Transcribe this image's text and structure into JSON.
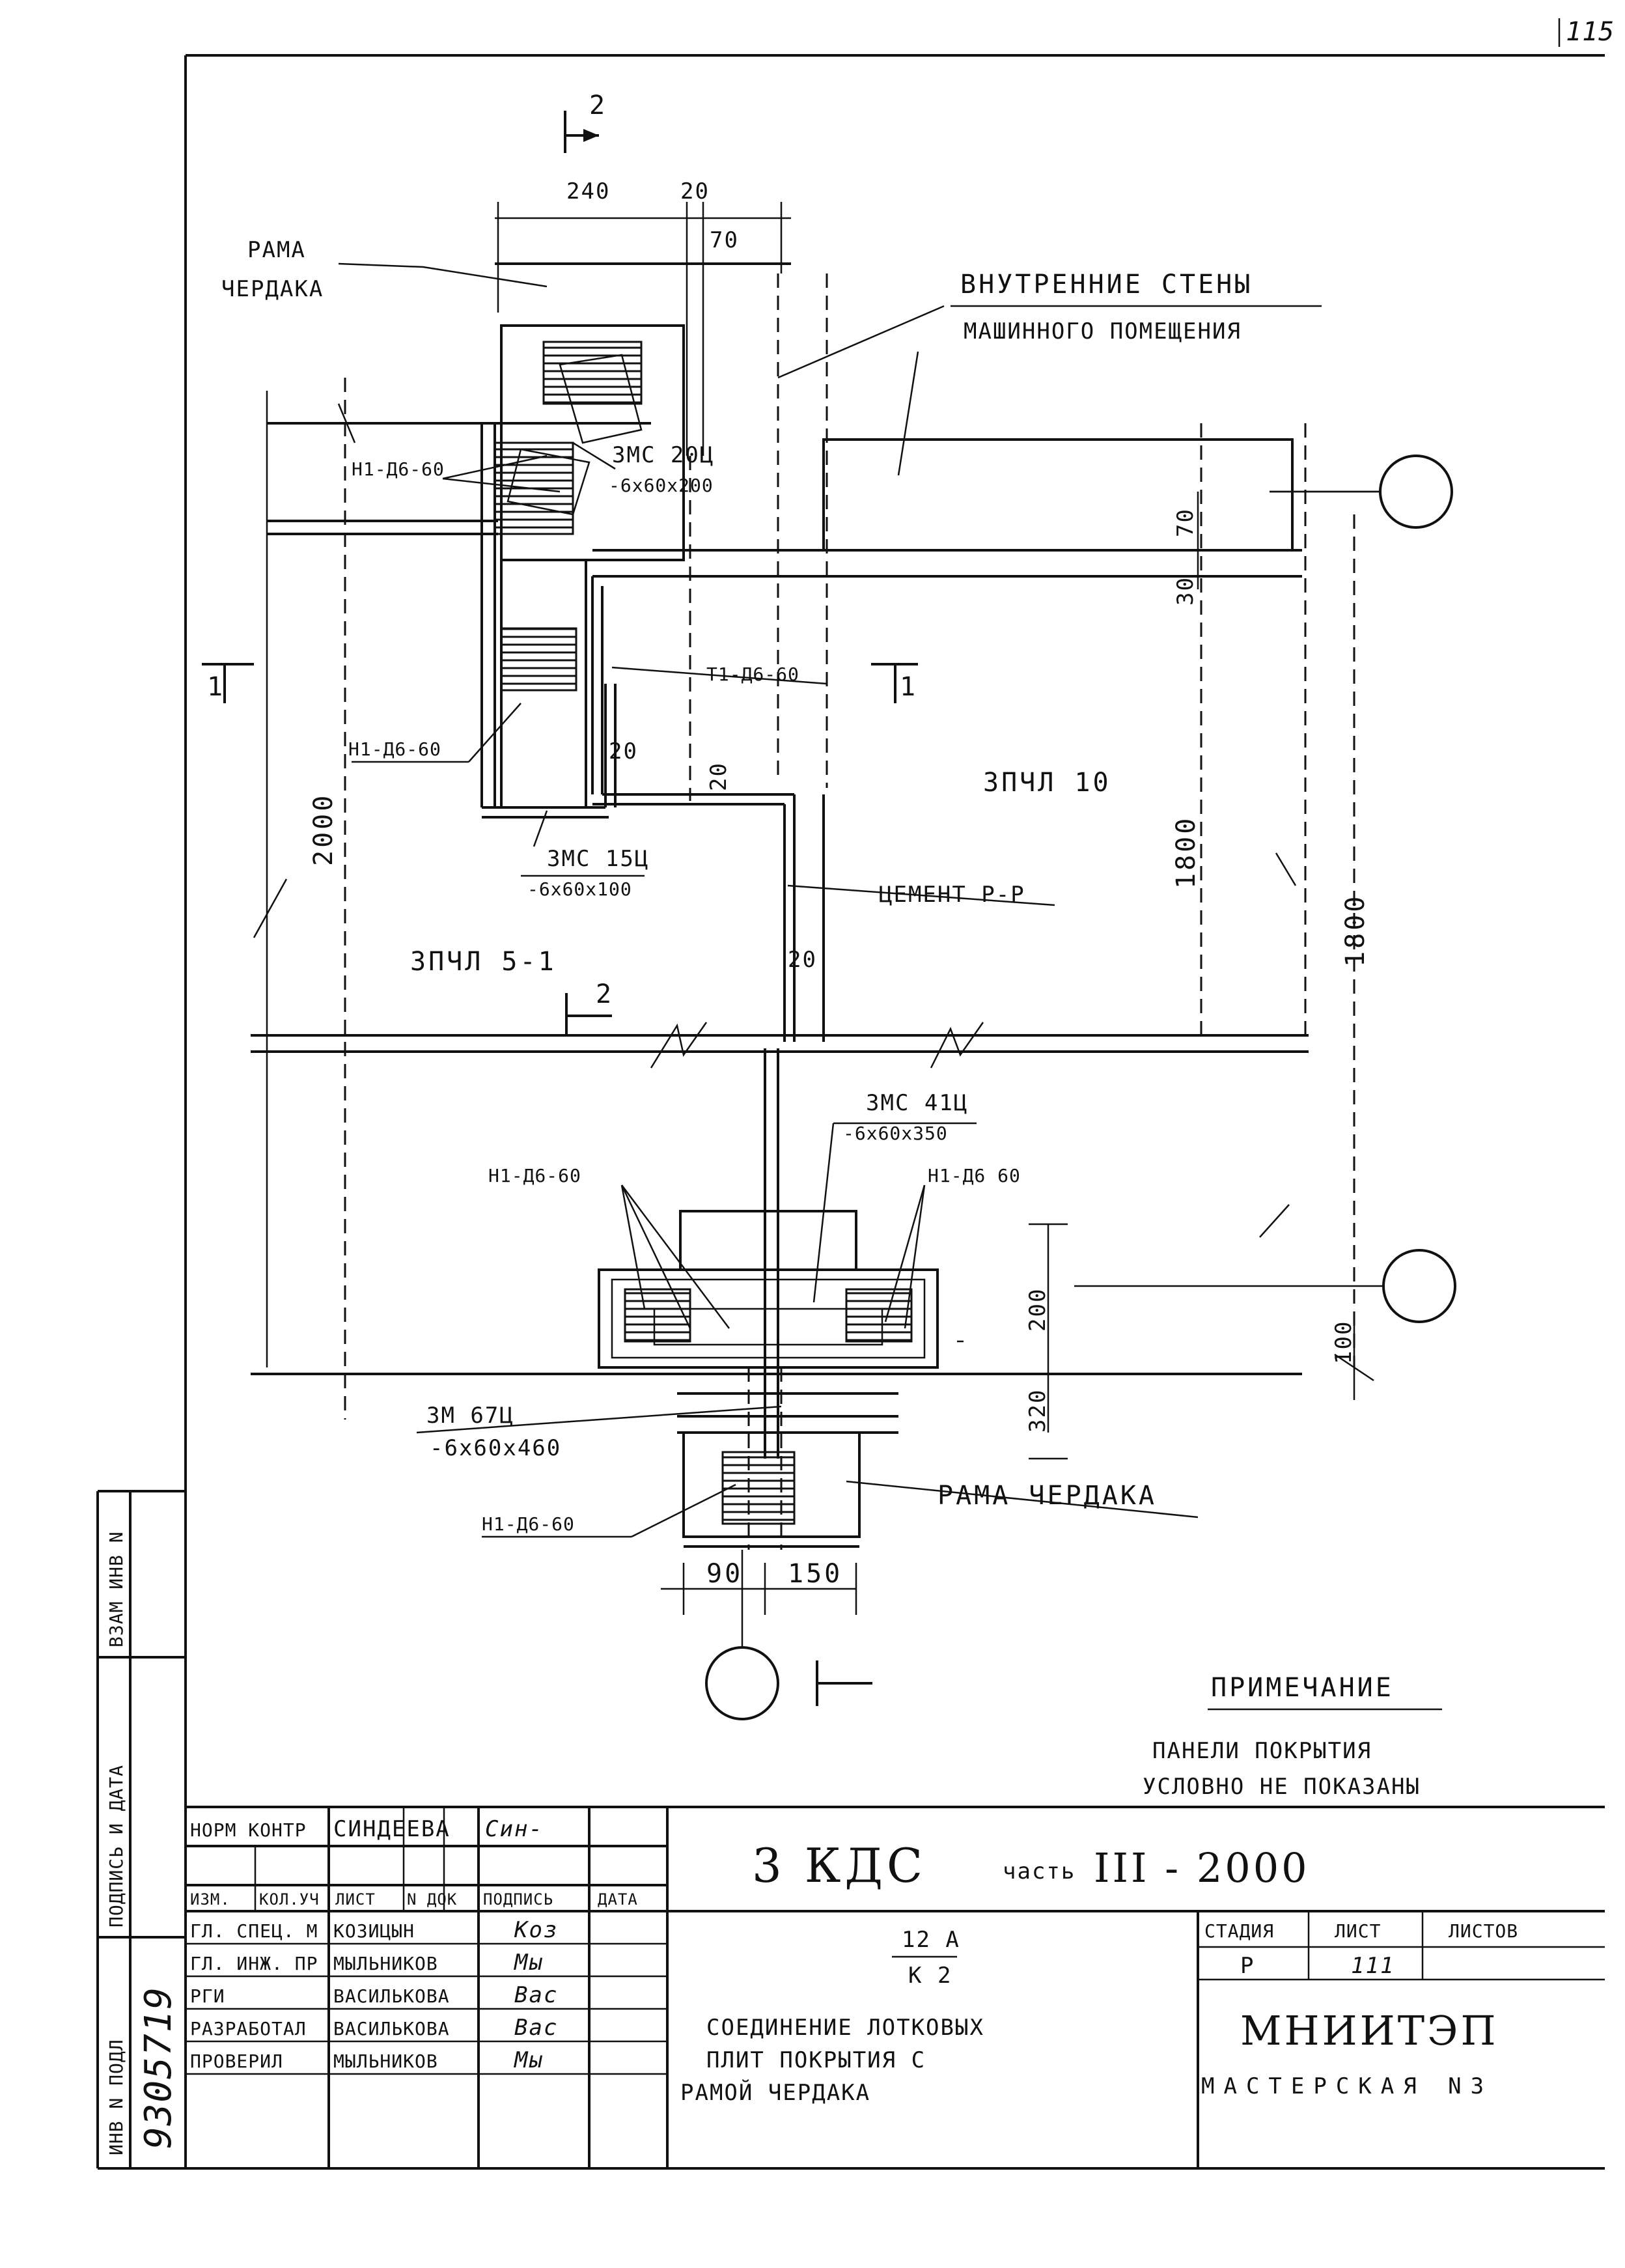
{
  "page_number": "115",
  "drawing": {
    "section_marks": {
      "section_2": "2",
      "section_1": "1"
    },
    "dims": {
      "d240": "240",
      "d20_top": "20",
      "d70_top": "70",
      "d70_right": "70",
      "d30_right": "30",
      "d2000": "2000",
      "d1800_a": "1800",
      "d1800_b": "1800",
      "d20_a": "20",
      "d20_b": "20",
      "d20_c": "20",
      "d200": "200",
      "d100": "100",
      "d320": "320",
      "d90": "90",
      "d150": "150"
    },
    "labels": {
      "rama_cherdaka_top": [
        "РАМА",
        "ЧЕРДАКА"
      ],
      "inner_walls": [
        "ВНУТРЕННИЕ СТЕНЫ",
        "МАШИННОГО ПОМЕЩЕНИЯ"
      ],
      "h1_a": "Н1-Д6-60",
      "zms20": [
        "ЗМС 20Ц",
        "-6х60х200"
      ],
      "t1": "Т1-Д6-60",
      "h1_b": "Н1-Д6-60",
      "zms15": [
        "ЗМС 15Ц",
        "-6х60х100"
      ],
      "zpchl10": "ЗПЧЛ 10",
      "cement": "ЦЕМЕНТ Р-Р",
      "zpchl51": "ЗПЧЛ 5-1",
      "zms41": [
        "ЗМС 41Ц",
        "-6х60х350"
      ],
      "h1_c": "Н1-Д6-60",
      "h1_d": "Н1-Д6 60",
      "zm67": [
        "ЗМ 67Ц",
        "-6х60х460"
      ],
      "rama_cherdaka_bottom": "РАМА ЧЕРДАКА",
      "h1_e": "Н1-Д6-60"
    },
    "note_title": "ПРИМЕЧАНИЕ",
    "note_text": [
      "ПАНЕЛИ ПОКРЫТИЯ",
      "УСЛОВНО НЕ ПОКАЗАНЫ"
    ]
  },
  "side_stamp": [
    "ИНВ N ПОДЛ",
    "ПОДПИСЬ И ДАТА",
    "ВЗАМ ИНВ N"
  ],
  "inv_number": "9305719",
  "title_block": {
    "norm_kontr": "НОРМ КОНТР",
    "norm_name": "СИНДЕЕВА",
    "norm_sign": "Син-",
    "header_cells": [
      "ИЗМ.",
      "КОЛ.УЧ",
      "ЛИСТ",
      "N ДОК",
      "ПОДПИСЬ",
      "ДАТА"
    ],
    "doc_code": "3 КДС",
    "part_label": "часть",
    "part_value": "III - 2000",
    "roles": [
      {
        "role": "ГЛ. СПЕЦ. М",
        "name": "КОЗИЦЫН",
        "sign": "Коз"
      },
      {
        "role": "ГЛ. ИНЖ. ПР",
        "name": "МЫЛЬНИКОВ",
        "sign": "Мы"
      },
      {
        "role": "РГИ",
        "name": "ВАСИЛЬКОВА",
        "sign": "Вас"
      },
      {
        "role": "РАЗРАБОТАЛ",
        "name": "ВАСИЛЬКОВА",
        "sign": "Вас"
      },
      {
        "role": "ПРОВЕРИЛ",
        "name": "МЫЛЬНИКОВ",
        "sign": "Мы"
      }
    ],
    "sheet_code_top": "12 А",
    "sheet_code_bottom": "К 2",
    "sheet_title": [
      "СОЕДИНЕНИЕ ЛОТКОВЫХ",
      "ПЛИТ ПОКРЫТИЯ С",
      "РАМОЙ ЧЕРДАКА"
    ],
    "stage_label": "СТАДИЯ",
    "sheet_label": "ЛИСТ",
    "sheets_label": "ЛИСТОВ",
    "stage_value": "Р",
    "sheet_value": "111",
    "org": "МНИИТЭП",
    "workshop": "МАСТЕРСКАЯ N3"
  }
}
